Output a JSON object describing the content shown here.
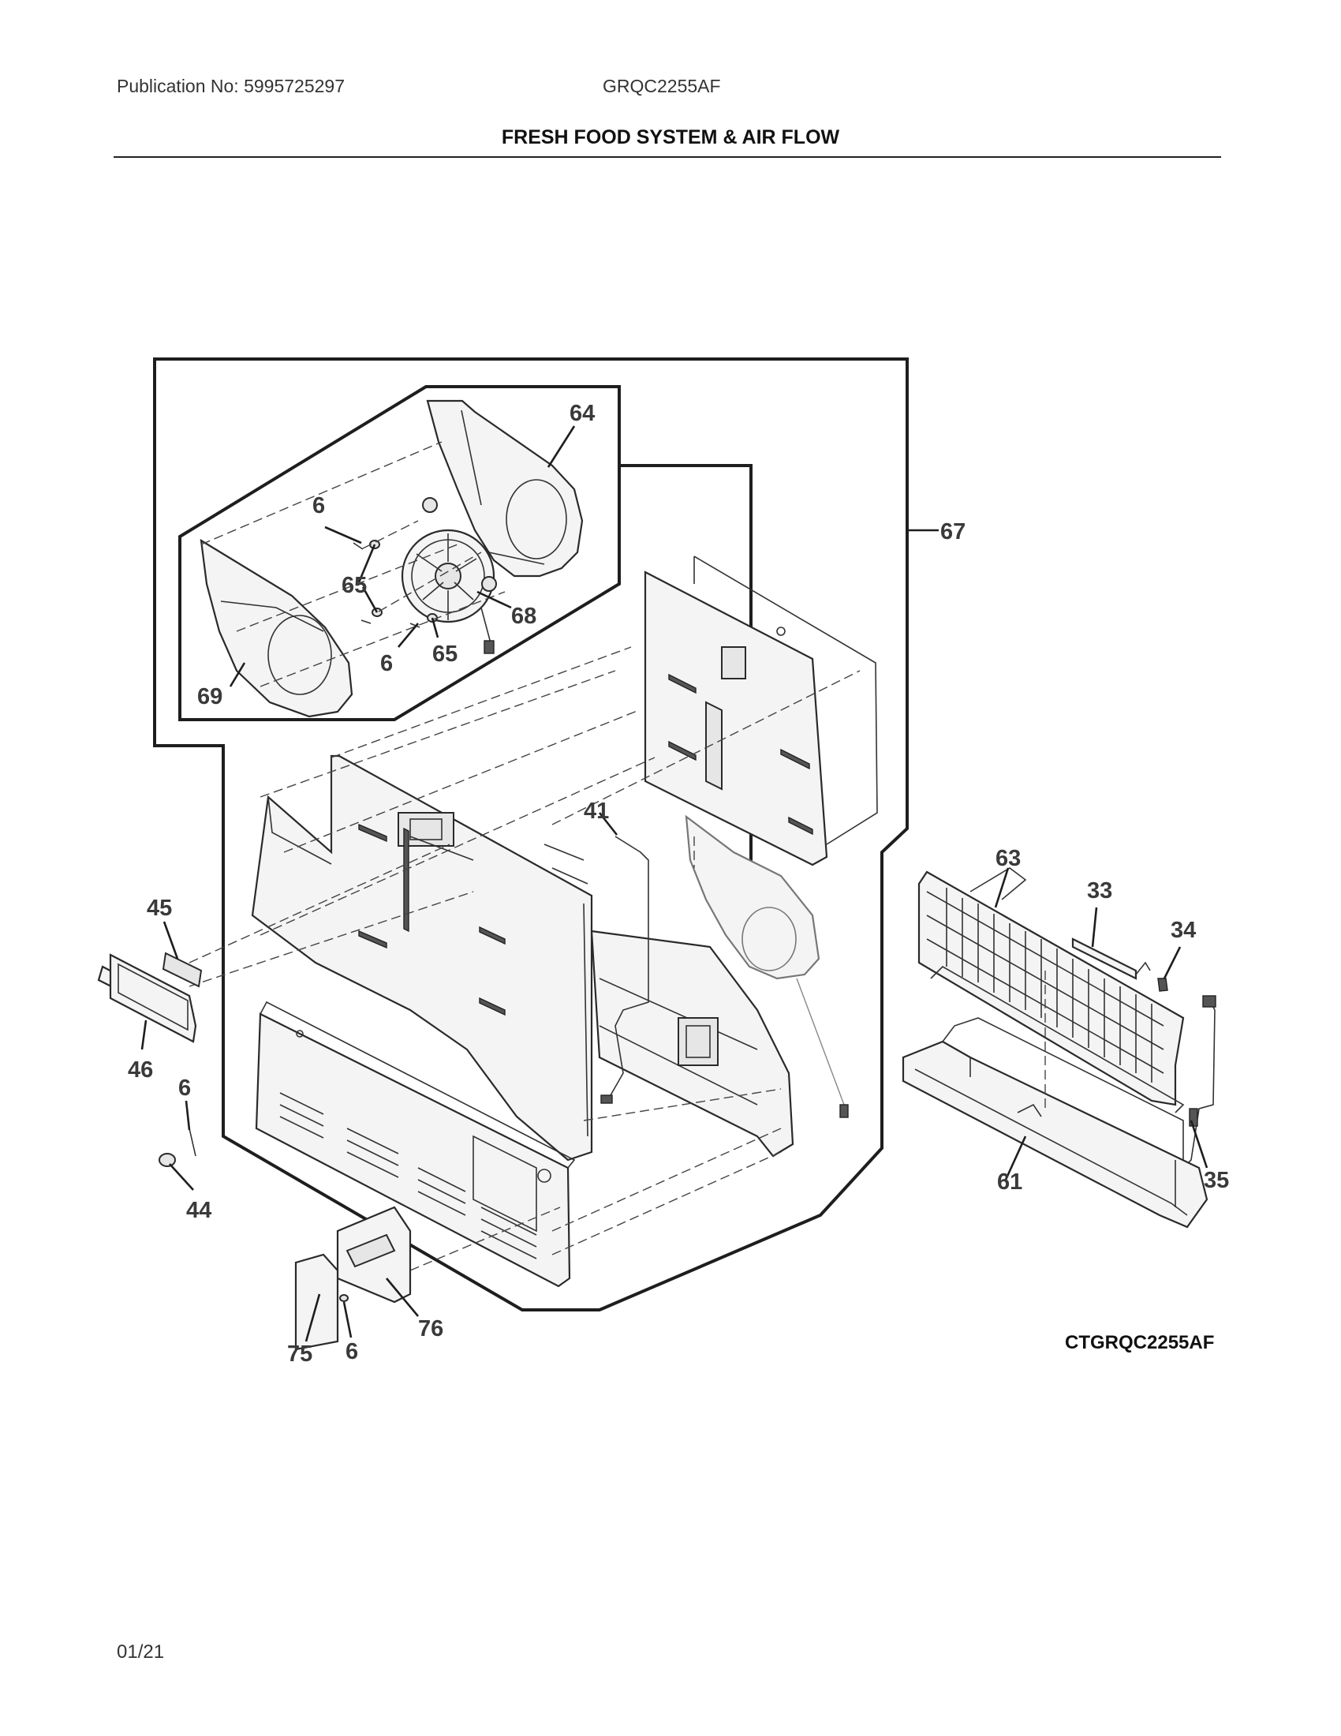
{
  "header": {
    "publication_no": "Publication No: 5995725297",
    "model": "GRQC2255AF",
    "title": "FRESH FOOD SYSTEM & AIR FLOW"
  },
  "diagram": {
    "callouts": {
      "c64": "64",
      "c6a": "6",
      "c65a": "65",
      "c68": "68",
      "c6b": "6",
      "c65b": "65",
      "c69": "69",
      "c67": "67",
      "c41": "41",
      "c63": "63",
      "c33": "33",
      "c34": "34",
      "c45": "45",
      "c46": "46",
      "c6c": "6",
      "c44": "44",
      "c61": "61",
      "c35": "35",
      "c75": "75",
      "c6d": "6",
      "c76": "76"
    }
  },
  "footer": {
    "diagram_code": "CTGRQC2255AF",
    "date": "01/21"
  }
}
